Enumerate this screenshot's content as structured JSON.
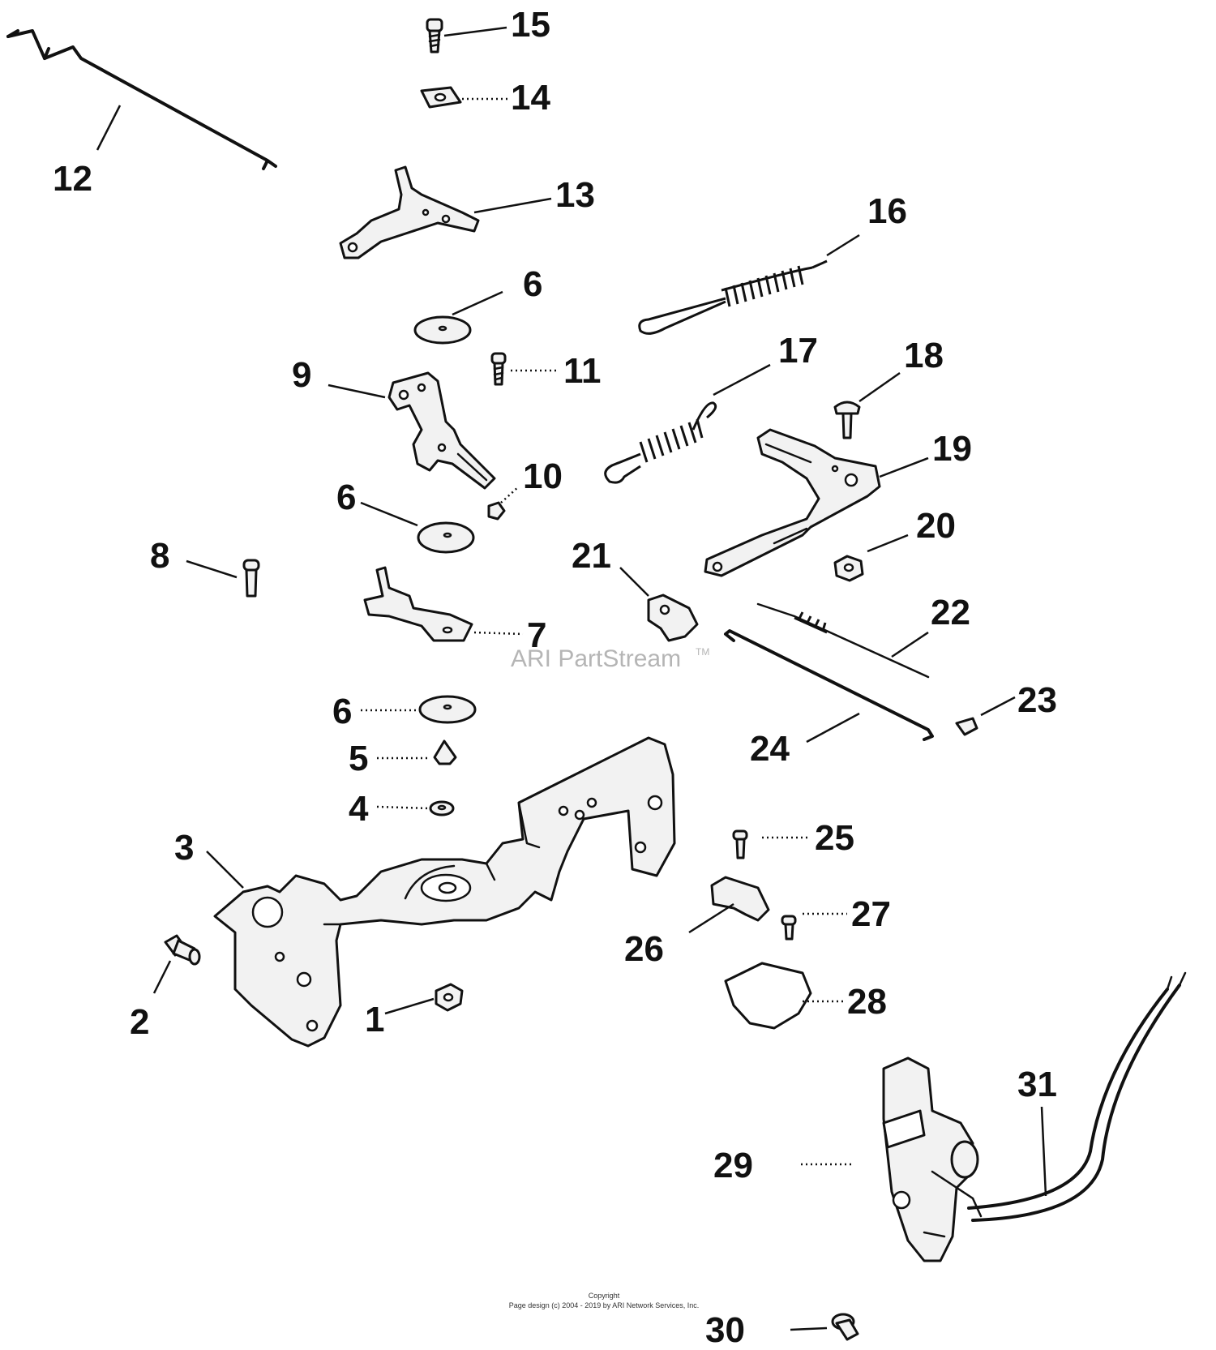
{
  "watermark": {
    "text": "ARI PartStream",
    "mark": "TM"
  },
  "copyright": {
    "heading": "Copyright",
    "line": "Page design (c) 2004 - 2019 by ARI Network Services, Inc."
  },
  "callouts": {
    "c1": "1",
    "c2": "2",
    "c3": "3",
    "c4": "4",
    "c5": "5",
    "c6a": "6",
    "c6b": "6",
    "c6c": "6",
    "c7": "7",
    "c8": "8",
    "c9": "9",
    "c10": "10",
    "c11": "11",
    "c12": "12",
    "c13": "13",
    "c14": "14",
    "c15": "15",
    "c16": "16",
    "c17": "17",
    "c18": "18",
    "c19": "19",
    "c20": "20",
    "c21": "21",
    "c22": "22",
    "c23": "23",
    "c24": "24",
    "c25": "25",
    "c26": "26",
    "c27": "27",
    "c28": "28",
    "c29": "29",
    "c30": "30",
    "c31": "31"
  }
}
